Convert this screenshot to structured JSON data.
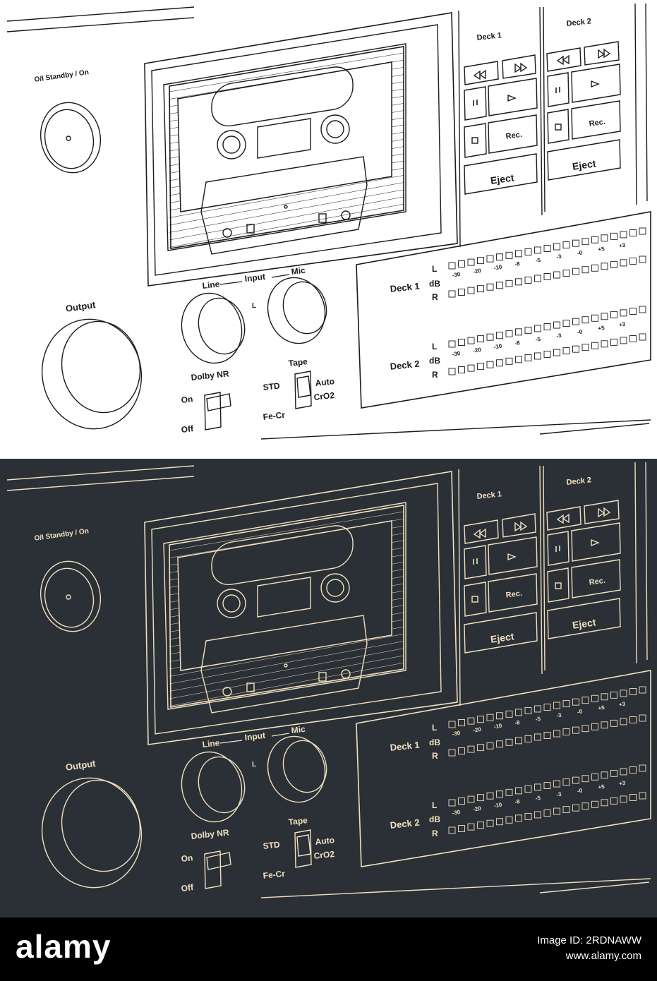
{
  "labels": {
    "standby": "O/I Standby / On",
    "deck1_top": "Deck 1",
    "deck2_top": "Deck 2",
    "rec": "Rec.",
    "eject": "Eject",
    "output": "Output",
    "line": "Line",
    "input": "Input",
    "mic": "Mic",
    "l_mark": "L",
    "dolby": "Dolby NR",
    "on": "On",
    "off": "Off",
    "tape": "Tape",
    "std": "STD",
    "auto": "Auto",
    "cro2": "CrO2",
    "fecr": "Fe-Cr",
    "meter_deck1": "Deck 1",
    "meter_deck2": "Deck 2",
    "meter_l": "L",
    "meter_db": "dB",
    "meter_r": "R"
  },
  "meter_scale": [
    "-30",
    "-20",
    "-10",
    "-8",
    "-5",
    "-3",
    "-0",
    "+5",
    "+3"
  ],
  "colors": {
    "light_bg": "#ffffff",
    "light_line": "#1b1b1b",
    "dark_bg": "#2b2f36",
    "dark_line": "#f0e0be",
    "footer_bg": "#000000"
  },
  "watermark": "alamy",
  "footer": {
    "brand": "alamy",
    "line1": "Image ID: 2RDNAWW",
    "line2": "www.alamy.com"
  }
}
